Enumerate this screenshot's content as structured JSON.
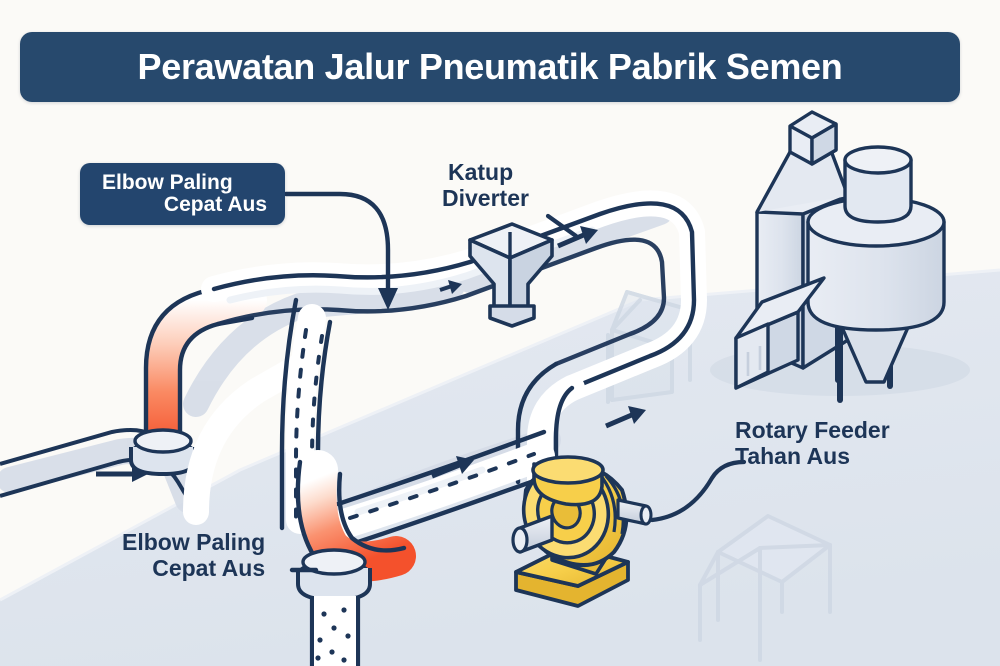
{
  "title": {
    "text": "Perawatan Jalur Pneumatik Pabrik Semen"
  },
  "labels": {
    "elbow_top": {
      "line1": "Elbow Paling",
      "line2": "Cepat Aus",
      "style": "dark-box"
    },
    "diverter": {
      "line1": "Katup",
      "line2": "Diverter",
      "style": "plain-text"
    },
    "feeder": {
      "line1": "Rotary Feeder",
      "line2": "Tahan Aus",
      "style": "plain-text"
    },
    "elbow_bottom": {
      "line1": "Elbow Paling",
      "line2": "Cepat Aus",
      "style": "plain-text"
    }
  },
  "colors": {
    "background": "#fbfaf7",
    "ground": "#dfe5ee",
    "banner": "#27496d",
    "callout_box": "#23456e",
    "outline": "#1d3557",
    "pipe_fill": "#ffffff",
    "pipe_shadow": "#d5dce7",
    "wear_hot": "#f4512c",
    "wear_warm": "#f98a63",
    "feeder_yellow": "#f7cf4a",
    "feeder_yellow_dark": "#e8b838",
    "silo_fill": "#dde3ed",
    "silo_fill_light": "#eaeef5",
    "ghost": "#d3dbe6",
    "text_light": "#ffffff",
    "text_dark": "#1d3557"
  },
  "equipment": {
    "diverter_valve": "hopper-funnel",
    "rotary_feeder": "rotary-feeder-yellow",
    "silo_tower": "square-top-tower",
    "silo_round": "cylindrical-silo-on-legs",
    "warehouse": "warehouse-box",
    "wear_elbows": 2,
    "flow_arrows": 5
  }
}
